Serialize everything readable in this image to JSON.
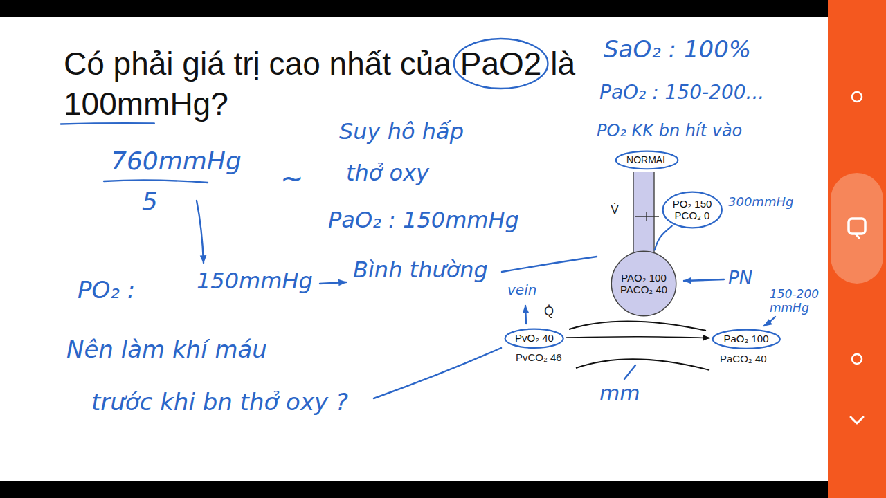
{
  "diagram": {
    "title": "Có phải giá trị cao nhất của PaO2 là 100mmHg?",
    "nodes": [
      {
        "text": [
          "NORMAL"
        ]
      },
      {
        "text": [
          "PO₂ 150",
          "PCO₂ 0"
        ]
      },
      {
        "text": [
          "PAO₂ 100",
          "PACO₂ 40"
        ]
      },
      {
        "text": [
          "PvO₂ 40"
        ]
      },
      {
        "text": [
          "PaO₂ 100"
        ]
      }
    ],
    "edges": [
      {
        "from": 1,
        "to": 2,
        "arrow": "none"
      },
      {
        "from": 3,
        "to": 4,
        "arrow": "to"
      }
    ],
    "labels": [
      "SaO₂ : 100%",
      "PaO₂ : 150-200...",
      "PO₂ KK bn hít vào",
      "760mmHg",
      "5",
      "~",
      "Suy hô hấp",
      "thở oxy",
      "PaO₂ : 150mmHg",
      "PO₂ :",
      "150mmHg",
      "Bình thường",
      "Nên làm khí máu",
      "trước khi bn thở oxy ?",
      "V̇",
      "300mmHg",
      "PN",
      "vein",
      "Q̇",
      "PvCO₂ 46",
      "150-200 mmHg",
      "PaCO₂ 40",
      "mm"
    ]
  }
}
